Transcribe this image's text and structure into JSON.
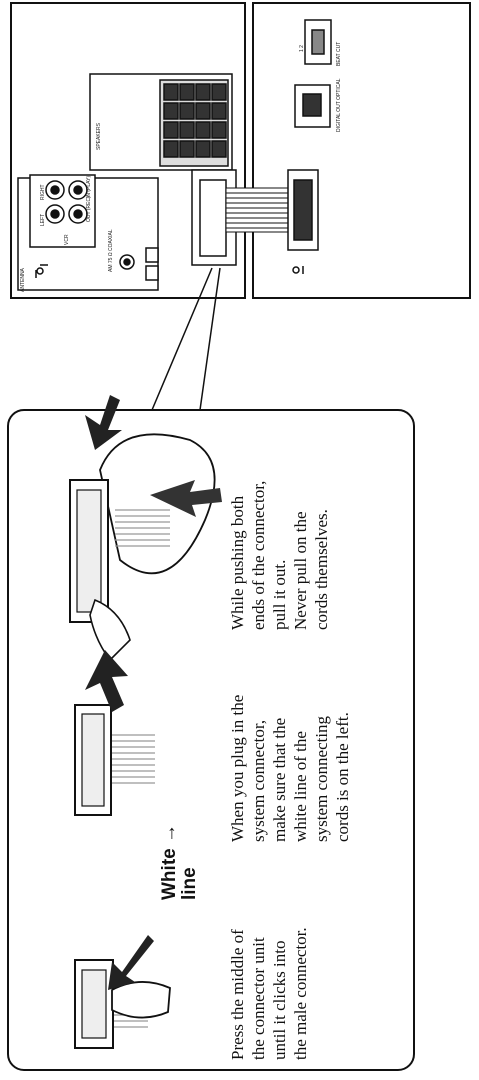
{
  "instructions": {
    "step1": "Press the middle of\nthe connector unit\nuntil it clicks into\nthe male connector.",
    "step2": "When you plug in the\nsystem connector,\nmake sure that the\nwhite line of the\nsystem connecting\ncords is on the left.",
    "step3": "While pushing both\nends of the connector,\npull it out.\nNever pull on the\ncords themselves."
  },
  "labels": {
    "white_line": "White →\nline"
  },
  "panel_labels": {
    "antenna": "ANTENNA",
    "am": "AM 75 Ω COAXIAL",
    "vcr": "VCR",
    "in": "IN (PLAY)",
    "out": "OUT (REC)",
    "right": "RIGHT",
    "left": "LEFT",
    "speakers": "SPEAKERS",
    "digital_out": "DIGITAL OUT OPTICAL",
    "beat_cut": "BEAT CUT",
    "beat_cut_pos": "1  2"
  }
}
